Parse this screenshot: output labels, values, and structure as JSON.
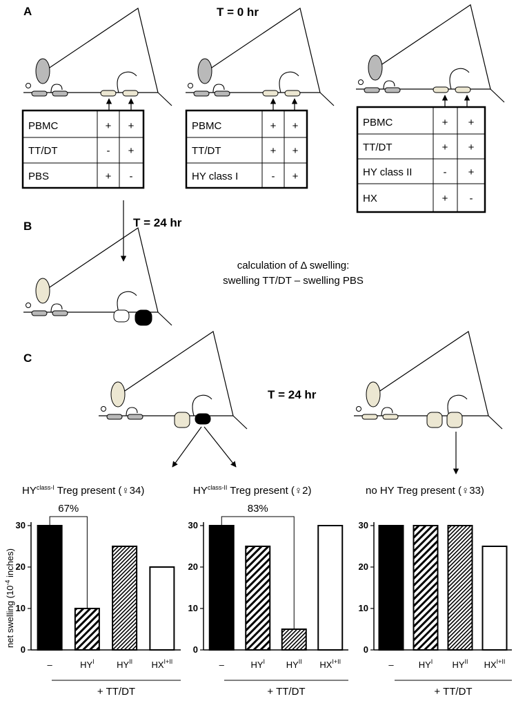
{
  "panel_labels": {
    "a": "A",
    "b": "B",
    "c": "C"
  },
  "time_labels": {
    "t0": "T = 0 hr",
    "t24_b": "T = 24 hr",
    "t24_c": "T = 24 hr"
  },
  "tables": [
    {
      "rows": [
        [
          "PBMC",
          "+",
          "+"
        ],
        [
          "TT/DT",
          "-",
          "+"
        ],
        [
          "PBS",
          "+",
          "-"
        ]
      ]
    },
    {
      "rows": [
        [
          "PBMC",
          "+",
          "+"
        ],
        [
          "TT/DT",
          "+",
          "+"
        ],
        [
          "HY class I",
          "-",
          "+"
        ]
      ]
    },
    {
      "rows": [
        [
          "PBMC",
          "+",
          "+"
        ],
        [
          "TT/DT",
          "+",
          "+"
        ],
        [
          "HY class II",
          "-",
          "+"
        ],
        [
          "HX",
          "+",
          "-"
        ]
      ]
    }
  ],
  "calculation": {
    "line1": "calculation of Δ swelling:",
    "line2": "swelling TT/DT – swelling PBS"
  },
  "group_titles": [
    {
      "prefix": "HY",
      "sup": "class-I",
      "suffix": " Treg present (♀34)"
    },
    {
      "prefix": "HY",
      "sup": "class-II",
      "suffix": " Treg present (♀2)"
    },
    {
      "prefix": "",
      "sup": "",
      "suffix": "no HY Treg present (♀33)"
    }
  ],
  "chart_data": [
    {
      "type": "bar",
      "categories": [
        "–",
        "HYI",
        "HYII",
        "HXI+II"
      ],
      "values": [
        30,
        10,
        25,
        20
      ],
      "fills": [
        "solid",
        "hatch-wide",
        "hatch-dense",
        "open"
      ],
      "ylabel": "net swelling (10-4 inches)",
      "ylim": [
        0,
        30
      ],
      "yticks": [
        0,
        10,
        20,
        30
      ],
      "xgroup_label": "+ TT/DT",
      "annotation": {
        "text": "67%",
        "from": 0,
        "to": 1
      }
    },
    {
      "type": "bar",
      "categories": [
        "–",
        "HYI",
        "HYII",
        "HXI+II"
      ],
      "values": [
        30,
        25,
        5,
        30
      ],
      "fills": [
        "solid",
        "hatch-wide",
        "hatch-dense",
        "open"
      ],
      "ylim": [
        0,
        30
      ],
      "yticks": [
        0,
        10,
        20,
        30
      ],
      "xgroup_label": "+ TT/DT",
      "annotation": {
        "text": "83%",
        "from": 0,
        "to": 2
      }
    },
    {
      "type": "bar",
      "categories": [
        "–",
        "HYI",
        "HYII",
        "HXI+II"
      ],
      "values": [
        30,
        30,
        30,
        25
      ],
      "fills": [
        "solid",
        "hatch-wide",
        "hatch-dense",
        "open"
      ],
      "ylim": [
        0,
        30
      ],
      "yticks": [
        0,
        10,
        20,
        30
      ],
      "xgroup_label": "+ TT/DT"
    }
  ]
}
